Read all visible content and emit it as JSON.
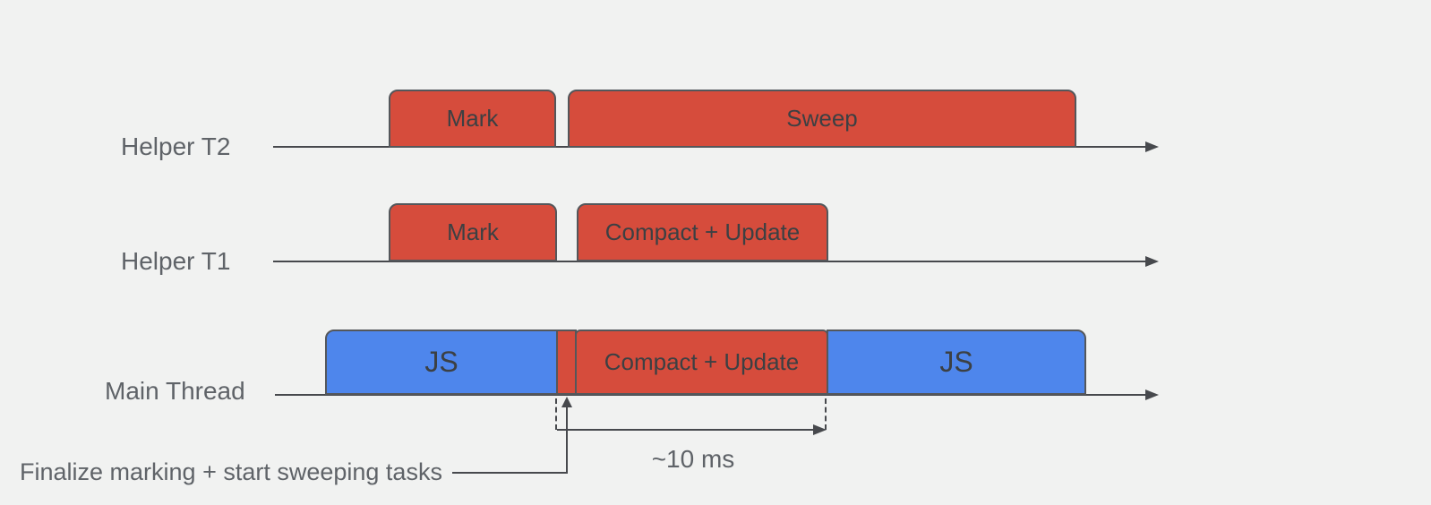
{
  "colors": {
    "background": "#f1f2f1",
    "task-red": "#d64c3c",
    "js-blue": "#4e86ec",
    "bar-border": "#54575b",
    "line": "#47494d",
    "label-text": "#5f6368",
    "bar-text": "#3c4043"
  },
  "rows": [
    {
      "label": "Helper T2",
      "bars": [
        {
          "label": "Mark"
        },
        {
          "label": "Sweep"
        }
      ]
    },
    {
      "label": "Helper T1",
      "bars": [
        {
          "label": "Mark"
        },
        {
          "label": "Compact + Update"
        }
      ]
    },
    {
      "label": "Main Thread",
      "bars": [
        {
          "label": "JS"
        },
        {
          "label": ""
        },
        {
          "label": "Compact + Update"
        },
        {
          "label": "JS"
        }
      ]
    }
  ],
  "annotations": {
    "duration_label": "~10 ms",
    "callout_label": "Finalize marking + start sweeping tasks"
  }
}
